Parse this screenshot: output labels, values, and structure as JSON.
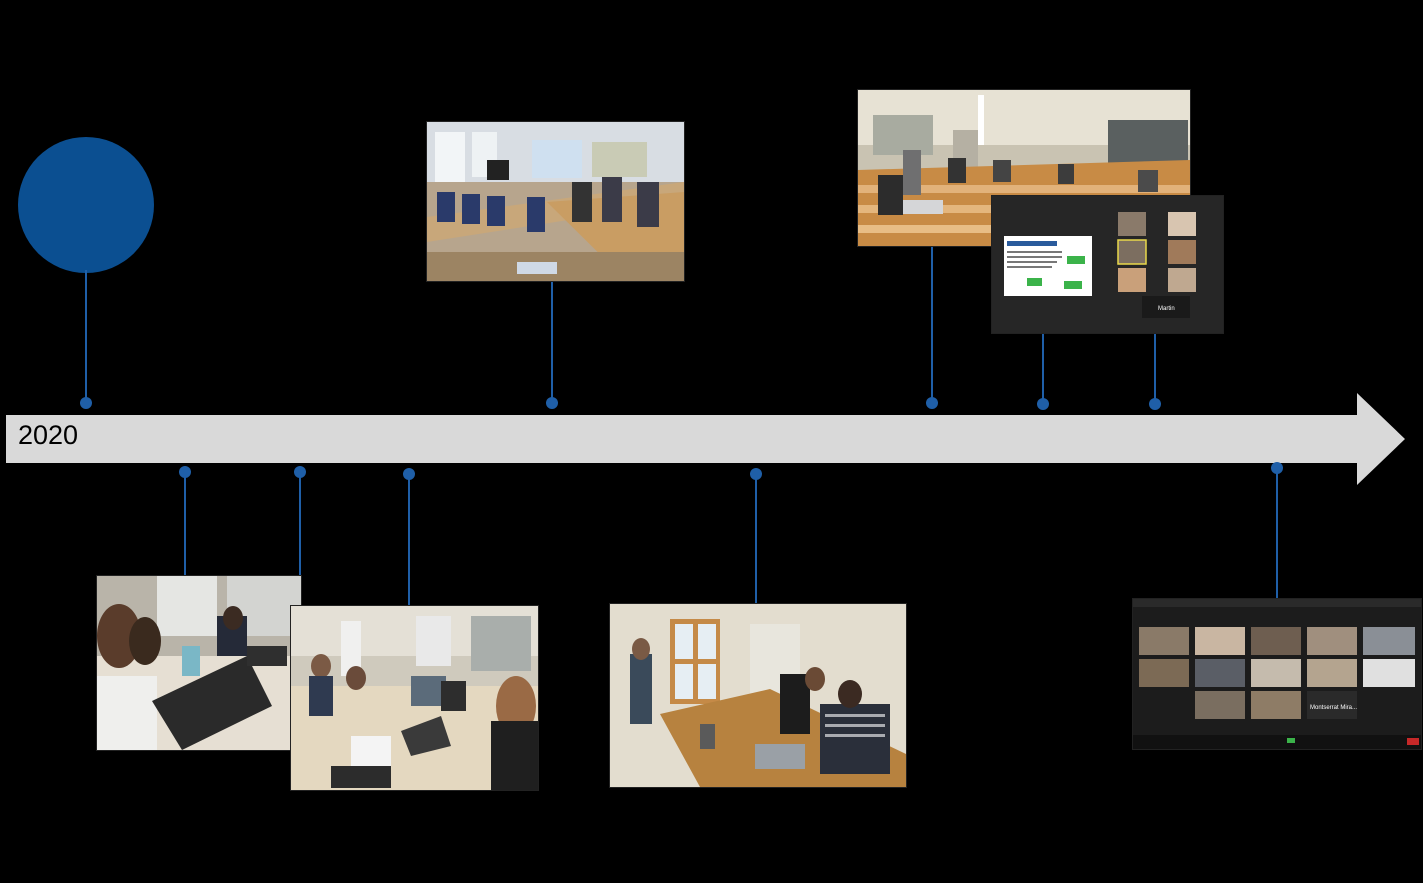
{
  "timeline": {
    "year": "2020",
    "axis_color": "#d9d9d9",
    "connector_color": "#1f5fa8",
    "start_circle_color": "#0b4f91"
  },
  "photos": [
    {
      "id": "conference-room-meeting",
      "scene": "classroom"
    },
    {
      "id": "lecture-hall-session",
      "scene": "hall"
    },
    {
      "id": "video-call-slides",
      "scene": "zoom-small"
    },
    {
      "id": "workshop-laptops-1",
      "scene": "table"
    },
    {
      "id": "workshop-laptops-2",
      "scene": "table2"
    },
    {
      "id": "meeting-room-masks",
      "scene": "office"
    },
    {
      "id": "video-call-gallery",
      "scene": "zoom-large"
    }
  ],
  "video_call": {
    "participant_name": "Martin",
    "speaker_name": "Montserrat  Mira..."
  }
}
